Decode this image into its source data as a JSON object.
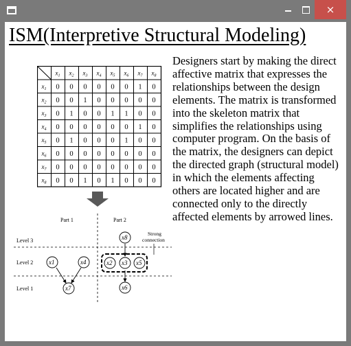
{
  "window": {
    "icon": "window-app-icon",
    "controls": {
      "minimize": "minimize-icon",
      "maximize": "maximize-icon",
      "close": "close-icon",
      "close_glyph": "×",
      "close_color": "#c7504b"
    }
  },
  "slide": {
    "title": "ISM(Interpretive Structural Modeling)",
    "description": "Designers start by making the direct affective matrix that expresses the relationships between the design elements. The matrix is transformed into the skeleton matrix that simplifies the relationships using computer program. On the basis of the matrix, the designers can depict the directed graph (structural model) in which the elements affecting others are located higher and are connected only to the directly affected elements by arrowed lines."
  },
  "matrix": {
    "labels": [
      "x1",
      "x2",
      "x3",
      "x4",
      "x5",
      "x6",
      "x7",
      "x8"
    ],
    "rows": [
      [
        0,
        0,
        0,
        0,
        0,
        0,
        1,
        0
      ],
      [
        0,
        0,
        1,
        0,
        0,
        0,
        0,
        0
      ],
      [
        0,
        1,
        0,
        0,
        1,
        1,
        0,
        0
      ],
      [
        0,
        0,
        0,
        0,
        0,
        0,
        1,
        0
      ],
      [
        0,
        1,
        0,
        0,
        0,
        1,
        0,
        0
      ],
      [
        0,
        0,
        0,
        0,
        0,
        0,
        0,
        0
      ],
      [
        0,
        0,
        0,
        0,
        0,
        0,
        0,
        0
      ],
      [
        0,
        0,
        1,
        0,
        1,
        0,
        0,
        0
      ]
    ]
  },
  "diagram": {
    "part1": "Part 1",
    "part2": "Part 2",
    "level3": "Level 3",
    "level2": "Level 2",
    "level1": "Level 1",
    "strong_connection_line1": "Strong",
    "strong_connection_line2": "connection",
    "nodes": [
      "x1",
      "x4",
      "x7",
      "x8",
      "x2",
      "x3",
      "x5",
      "x6"
    ]
  }
}
